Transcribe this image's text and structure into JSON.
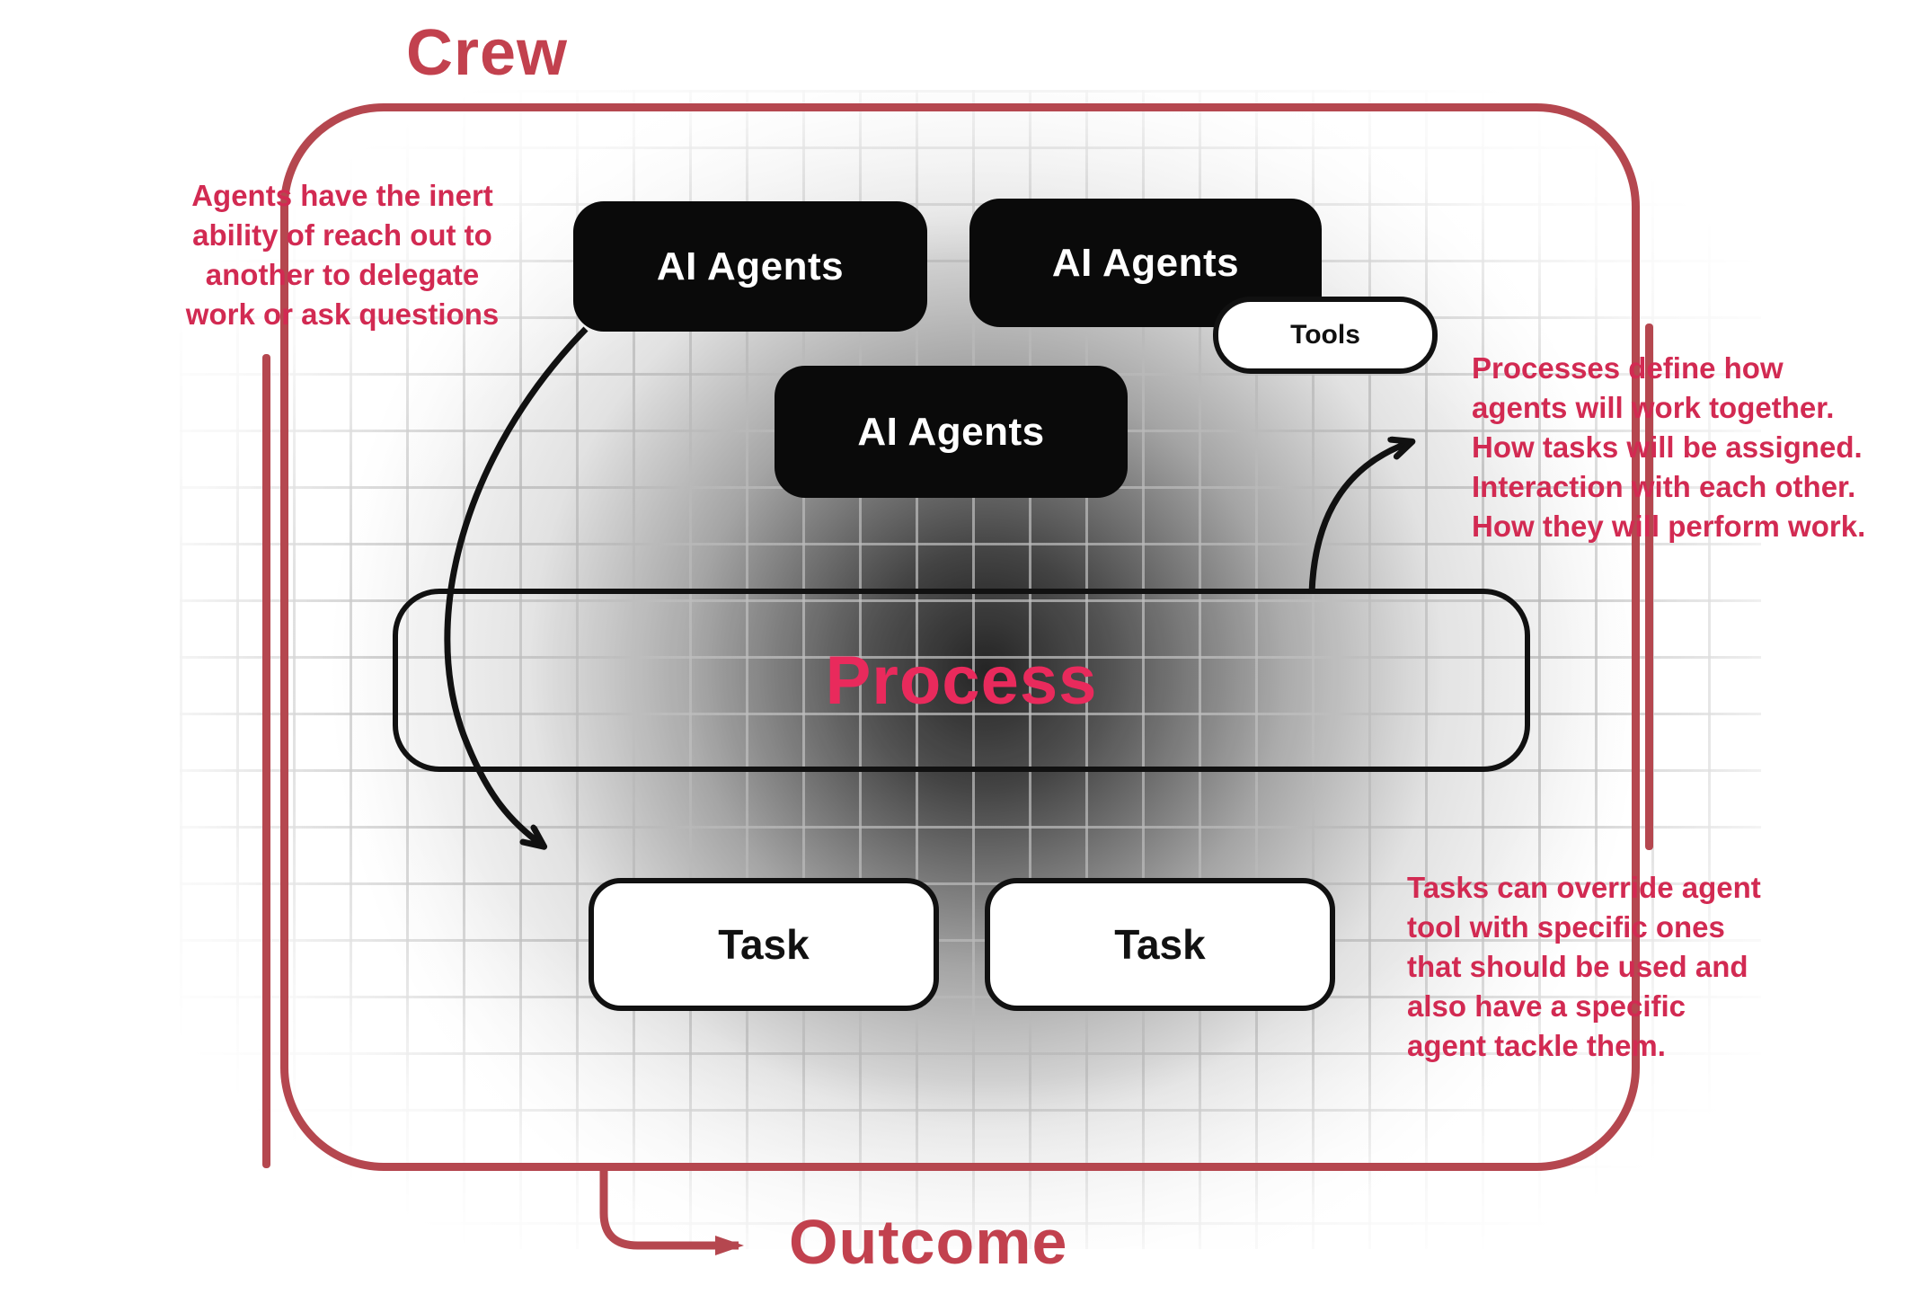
{
  "diagram": {
    "title": "Crew",
    "outcome": "Outcome",
    "nodes": {
      "agent1": "AI Agents",
      "agent2": "AI Agents",
      "agent3": "AI Agents",
      "tools": "Tools",
      "process": "Process",
      "task1": "Task",
      "task2": "Task"
    },
    "annotations": {
      "left": {
        "lines": [
          "Agents have the inert",
          "ability of reach out to",
          "another to delegate",
          "work or ask questions"
        ]
      },
      "right_top": {
        "lines": [
          "Processes define how",
          "agents will work together.",
          "How tasks will be assigned.",
          "Interaction with each other.",
          "How they will perform work."
        ]
      },
      "right_bottom": {
        "lines": [
          "Tasks can override agent",
          "tool with specific ones",
          "that should be used and",
          "also have a specific",
          "agent tackle them."
        ]
      }
    },
    "colors": {
      "accent_text": "#d22a52",
      "title_red": "#c2414e",
      "border_red": "#b5474f",
      "process_pink": "#e92a5c",
      "node_black": "#0a0a0a"
    }
  }
}
